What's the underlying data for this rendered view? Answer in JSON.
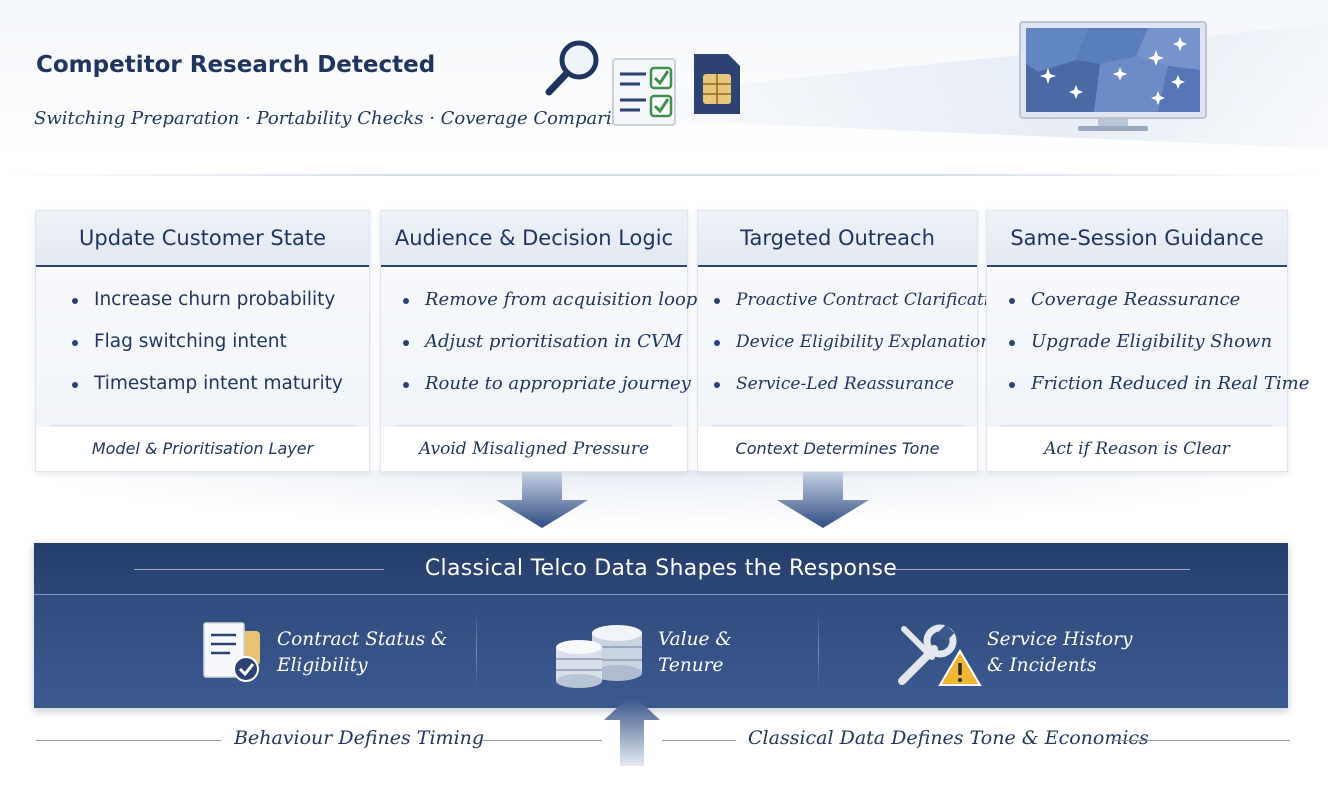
{
  "header": {
    "title": "Competitor Research Detected",
    "subtitle": "Switching Preparation · Portability Checks · Coverage Comparison",
    "icons": [
      "magnifier-icon",
      "checklist-icon",
      "sim-card-icon",
      "coverage-map-monitor-icon"
    ]
  },
  "cards": [
    {
      "title": "Update Customer State",
      "items": [
        "Increase churn probability",
        "Flag switching intent",
        "Timestamp intent maturity"
      ],
      "footer": "Model & Prioritisation Layer"
    },
    {
      "title": "Audience & Decision Logic",
      "items": [
        "Remove from acquisition loops",
        "Adjust prioritisation in CVM",
        "Route to appropriate journey"
      ],
      "footer": "Avoid Misaligned Pressure"
    },
    {
      "title": "Targeted Outreach",
      "items": [
        "Proactive Contract Clarification",
        "Device Eligibility Explanation",
        "Service-Led Reassurance"
      ],
      "footer": "Context Determines Tone"
    },
    {
      "title": "Same-Session Guidance",
      "items": [
        "Coverage Reassurance",
        "Upgrade Eligibility Shown",
        "Friction Reduced in Real Time"
      ],
      "footer": "Act if Reason is Clear"
    }
  ],
  "panel": {
    "title": "Classical Telco Data Shapes the Response",
    "items": [
      {
        "line1": "Contract Status &",
        "line2": "Eligibility",
        "icon": "contract-document-icon"
      },
      {
        "line1": "Value &",
        "line2": "Tenure",
        "icon": "database-coins-icon"
      },
      {
        "line1": "Service History",
        "line2": "& Incidents",
        "icon": "wrench-warning-icon"
      }
    ]
  },
  "bottom": {
    "left": "Behaviour Defines Timing",
    "right": "Classical Data Defines Tone & Economics"
  },
  "colors": {
    "navy": "#1f3560",
    "panel": "#2c4677",
    "accent_green": "#3f8f4f",
    "warning": "#f2b632"
  }
}
